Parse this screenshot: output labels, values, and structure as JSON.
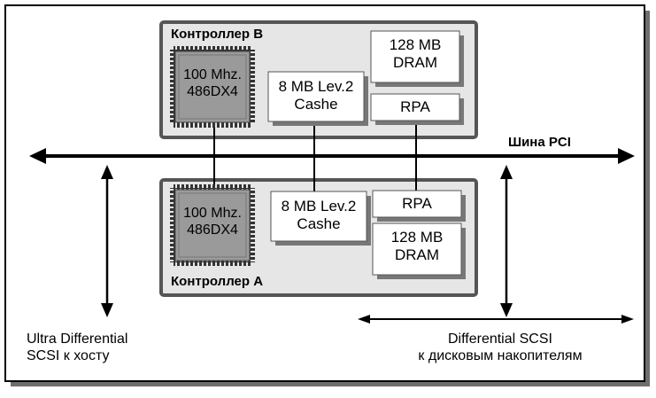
{
  "controller_b": {
    "title": "Контроллер B",
    "cpu": {
      "line1": "100 Mhz.",
      "line2": "486DX4"
    },
    "cache": {
      "line1": "8 MB Lev.2",
      "line2": "Cashe"
    },
    "dram": {
      "line1": "128 MB",
      "line2": "DRAM"
    },
    "rpa": "RPA"
  },
  "controller_a": {
    "title": "Контроллер A",
    "cpu": {
      "line1": "100 Mhz.",
      "line2": "486DX4"
    },
    "cache": {
      "line1": "8 MB Lev.2",
      "line2": "Cashe"
    },
    "dram": {
      "line1": "128 MB",
      "line2": "DRAM"
    },
    "rpa": "RPA"
  },
  "bus_label": "Шина PCI",
  "host_label": {
    "line1": "Ultra Differential",
    "line2": "SCSI к хосту"
  },
  "disk_label": {
    "line1": "Differential SCSI",
    "line2": "к дисковым накопителям"
  },
  "colors": {
    "controller_fill": "#e6e6e6",
    "controller_border": "#555555",
    "chip_fill": "#9a9a9a",
    "shadow": "#7a7a7a"
  }
}
